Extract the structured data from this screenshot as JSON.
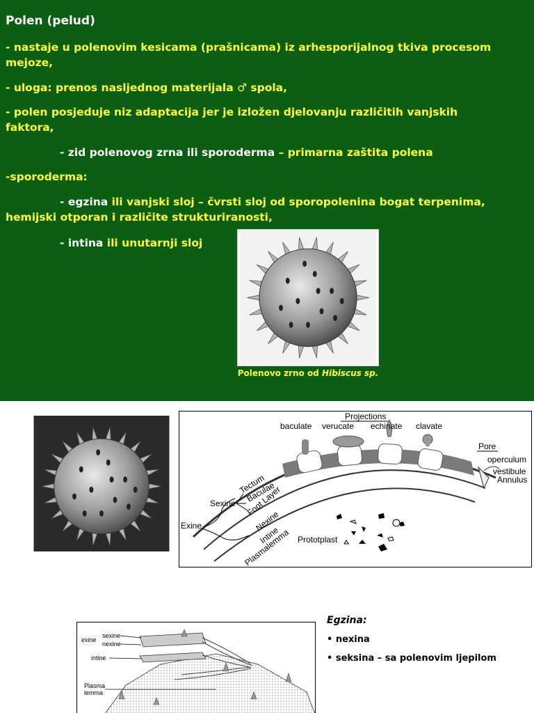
{
  "slide1": {
    "title": "Polen (pelud)",
    "line1a": "- nastaje u polenovim kesicama (prašnicama) iz arhesporijalnog tkiva procesom",
    "line1b": "mejoze,",
    "line2": "- uloga: prenos nasljednog materijala ♂ spola,",
    "line3a": "- polen posjeduje niz adaptacija jer je izložen djelovanju različitih vanjskih",
    "line3b": "faktora,",
    "line4_white": "- zid polenovog zrna ili sporoderma",
    "line4_yellow": " – primarna zaštita polena",
    "line5": "-sporoderma:",
    "line6_white": "- egzina",
    "line6_yellow": " ili vanjski sloj – čvrsti sloj od sporopolenina bogat terpenima,",
    "line6b": "hemijski otporan i različite strukturiranosti,",
    "line7_white": "- intina",
    "line7_yellow": " ili unutarnji sloj",
    "caption_prefix": "Polenovo zrno od ",
    "caption_italic": "Hibiscus sp."
  },
  "diagram": {
    "projections": "Projections",
    "baculate": "baculate",
    "verucate": "verucate",
    "echinate": "echinate",
    "clavate": "clavate",
    "pore": "Pore",
    "operculum": "operculum",
    "vestibule": "vestibule",
    "annulus": "Annulus",
    "tectum": "Tectum",
    "baculae": "Baculae",
    "foot_layer": "Foot Layer",
    "sexine": "Sexine",
    "exine": "Exine",
    "nexine": "Nexine",
    "intine": "Intine",
    "plasmalemma": "Plasmalemma",
    "protoplast": "Prototplast"
  },
  "diagram2": {
    "exine": "exine",
    "sexine": "sexine",
    "nexine": "nexine",
    "intine": "intine",
    "plasma1": "Plasma",
    "plasma2": "lemma"
  },
  "egzina": {
    "title": "Egzina",
    "title_colon": ":",
    "item1": "• nexina",
    "item2": "• seksina – sa polenovim ljepilom"
  }
}
